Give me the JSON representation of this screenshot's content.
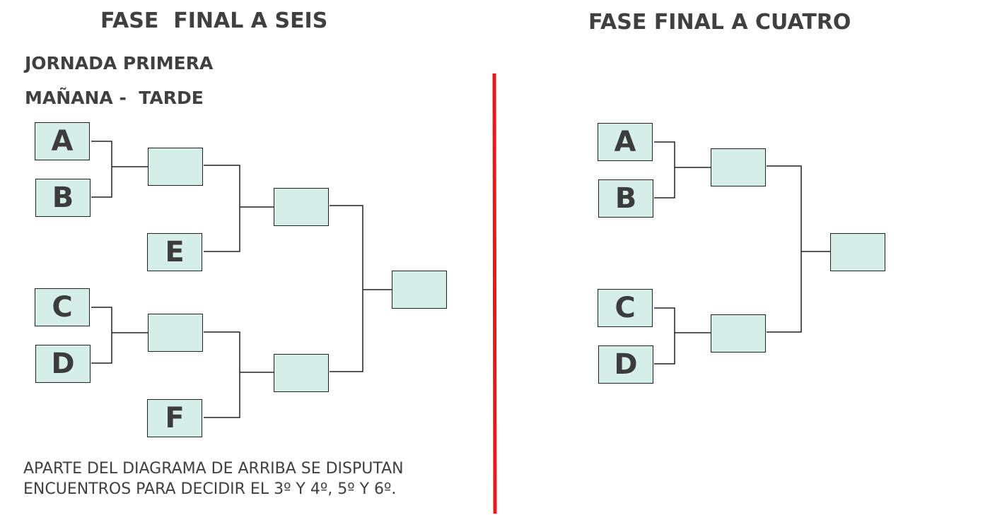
{
  "left_panel": {
    "title": "FASE  FINAL A SEIS",
    "subtitle_1": "JORNADA PRIMERA",
    "subtitle_2": "MAÑANA -  TARDE",
    "teams": [
      "A",
      "B",
      "E",
      "C",
      "D",
      "F"
    ],
    "note_line_1": "APARTE DEL DIAGRAMA DE ARRIBA SE DISPUTAN",
    "note_line_2": "ENCUENTROS PARA DECIDIR EL 3º Y 4º, 5º Y 6º."
  },
  "right_panel": {
    "title": "FASE FINAL A CUATRO",
    "teams": [
      "A",
      "B",
      "C",
      "D"
    ]
  },
  "colors": {
    "box_fill": "#d6eee8",
    "box_border": "#222222",
    "divider": "#e8191c",
    "text": "#404040"
  }
}
